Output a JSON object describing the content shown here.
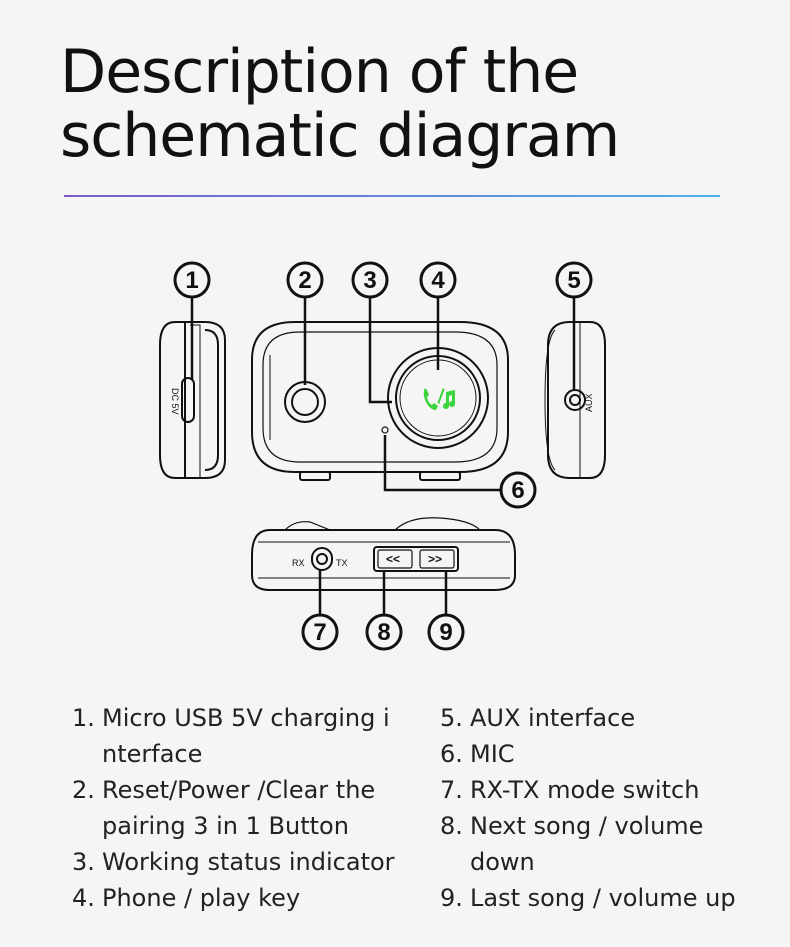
{
  "title": {
    "line1": "Description of the",
    "line2": "schematic diagram"
  },
  "diagram": {
    "callouts": [
      "1",
      "2",
      "3",
      "4",
      "5",
      "6",
      "7",
      "8",
      "9"
    ],
    "labels": {
      "dc": "DC 5V",
      "aux": "AUX",
      "rx": "RX",
      "tx": "TX",
      "prev": "<<",
      "next": ">>"
    },
    "colors": {
      "line": "#111111",
      "accent_green": "#3cd43c",
      "title_rule_start": "#7a5cc8",
      "title_rule_end": "#4db0e8"
    }
  },
  "legend": {
    "left": [
      {
        "num": "1.",
        "text": "Micro USB 5V charging i nterface"
      },
      {
        "num": "2.",
        "text": "Reset/Power /Clear the pairing  3 in 1  Button"
      },
      {
        "num": "3.",
        "text": "Working status indicator"
      },
      {
        "num": "4.",
        "text": "Phone / play key"
      }
    ],
    "right": [
      {
        "num": "5.",
        "text": "AUX interface"
      },
      {
        "num": "6.",
        "text": "MIC"
      },
      {
        "num": "7.",
        "text": "RX-TX mode switch"
      },
      {
        "num": "8.",
        "text": "Next song / volume down"
      },
      {
        "num": "9.",
        "text": "Last song / volume up"
      }
    ]
  }
}
